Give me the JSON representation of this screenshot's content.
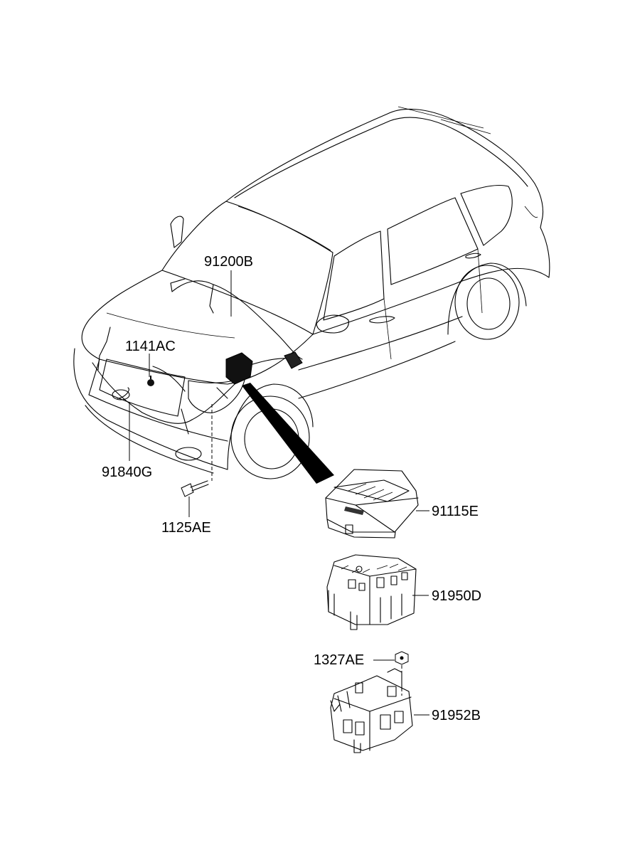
{
  "parts": {
    "harness_main": "91200B",
    "clip_bolt": "1141AC",
    "harness_front": "91840G",
    "bolt": "1125AE",
    "box_cover": "91115E",
    "junction_box": "91950D",
    "nut": "1327AE",
    "box_lower": "91952B"
  }
}
